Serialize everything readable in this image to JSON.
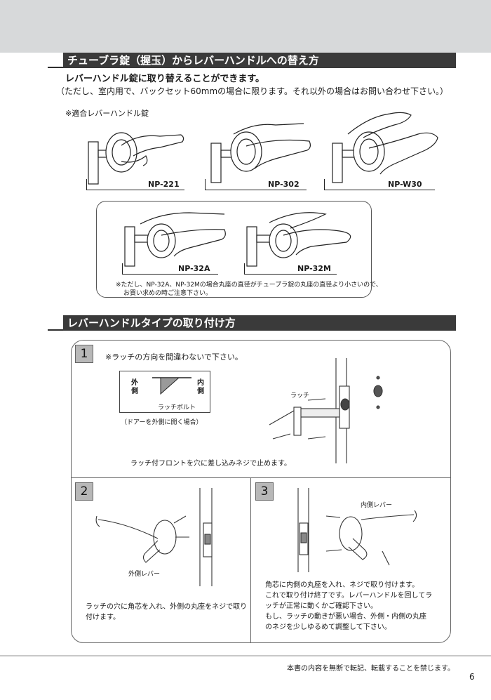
{
  "section1": {
    "title": "チューブラ錠（握玉）からレバーハンドルへの替え方",
    "intro_line1": "レバーハンドル錠に取り替えることができます。",
    "intro_line2": "（ただし、室内用で、バックセット60mmの場合に限ります。それ以外の場合はお問い合わせ下さい。）",
    "compat_heading": "※適合レバーハンドル錠",
    "models_row1": [
      "NP-221",
      "NP-302",
      "NP-W30"
    ],
    "models_row2": [
      "NP-32A",
      "NP-32M"
    ],
    "note_line1": "※ただし、NP-32A、NP-32Mの場合丸座の直径がチューブラ錠の丸座の直径より小さいので、",
    "note_line2": "お買い求めの時ご注意下さい。"
  },
  "section2": {
    "title": "レバーハンドルタイプの取り付け方",
    "step1": {
      "number": "1",
      "heading": "※ラッチの方向を間違わないで下さい。",
      "outside_label": "外側",
      "inside_label": "内側",
      "bolt_label": "ラッチボルト",
      "door_note": "（ドアーを外側に開く場合）",
      "latch_label": "ラッチ",
      "instruction": "ラッチ付フロントを穴に差し込みネジで止めます。"
    },
    "step2": {
      "number": "2",
      "lever_label": "外側レバー",
      "instruction_line1": "ラッチの穴に角芯を入れ、外側の丸座をネジで取り",
      "instruction_line2": "付けます。"
    },
    "step3": {
      "number": "3",
      "lever_label": "内側レバー",
      "instruction_line1": "角芯に内側の丸座を入れ、ネジで取り付けます。",
      "instruction_line2": "これで取り付け終了です。レバーハンドルを回してラ",
      "instruction_line3": "ッチが正常に動くかご確認下さい。",
      "instruction_line4": "もし、ラッチの動きが悪い場合、外側・内側の丸座",
      "instruction_line5": "のネジを少しゆるめて調整して下さい。"
    }
  },
  "footer": {
    "copyright": "本書の内容を無断で転記、転載することを禁じます。",
    "page_number": "6"
  }
}
